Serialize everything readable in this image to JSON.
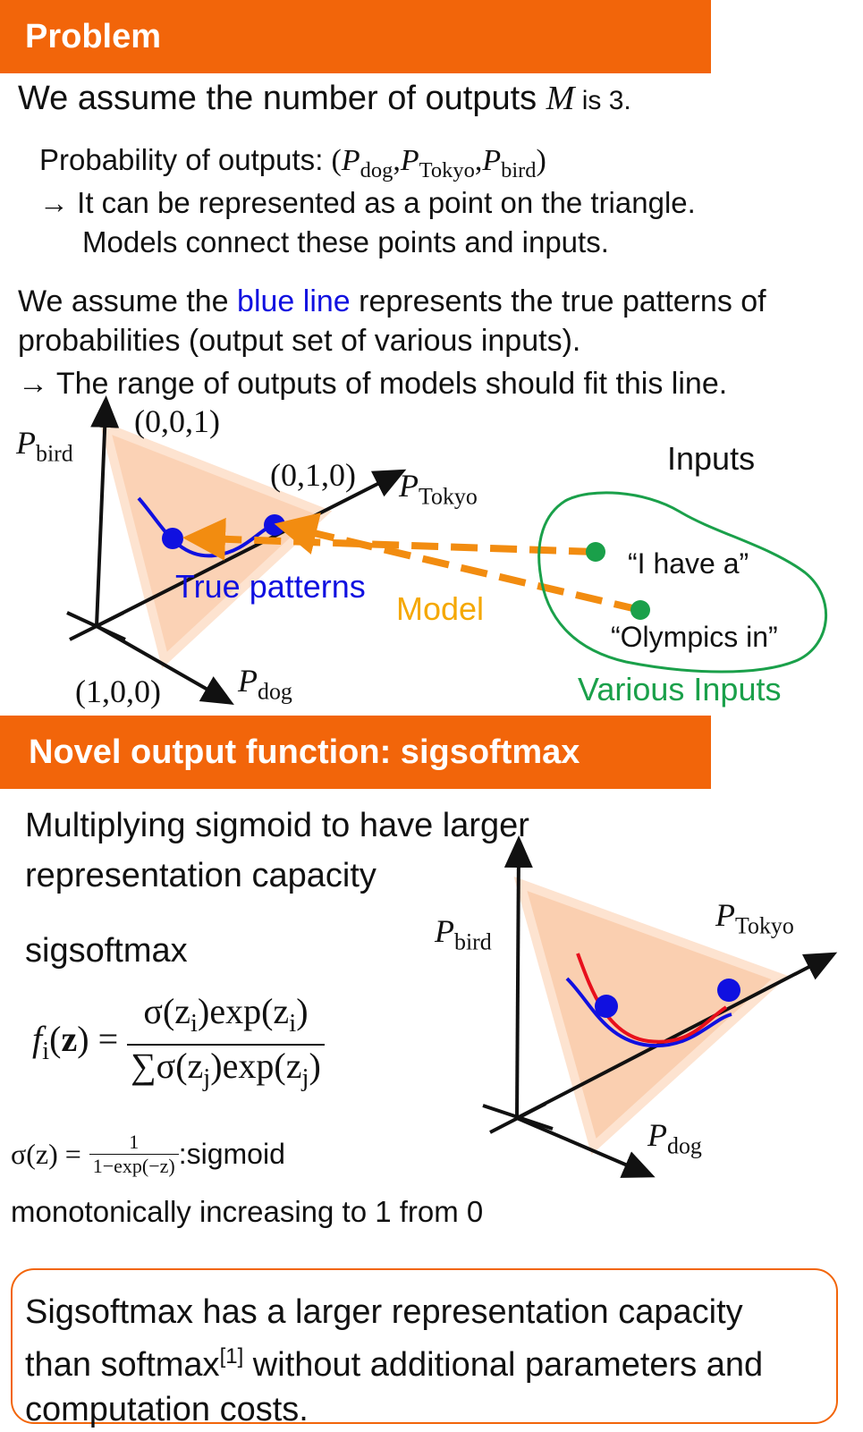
{
  "problem": {
    "header": "Problem",
    "assume_prefix": "We assume the number of outputs",
    "assume_var": "M",
    "assume_suffix": " is 3.",
    "prob_label": "Probability of outputs",
    "prob_colon": ":",
    "prob_tuple": {
      "open": "(",
      "p1": "P",
      "s1": "dog",
      "p2": "P",
      "s2": "Tokyo",
      "p3": "P",
      "s3": "bird",
      "sep": ",",
      "close": ")"
    },
    "arrow": "→",
    "line_triangle": "It can be represented as a point on the triangle.",
    "line_models": "Models connect these points and inputs.",
    "true_prefix": "We assume the ",
    "true_highlight": "blue line",
    "true_suffix": " represents the true patterns of",
    "true_line2": "probabilities (output set of various inputs).",
    "range_line": "The range of outputs of models should fit this line."
  },
  "diagram1": {
    "axis_bird_sym": "P",
    "axis_bird_sub": "bird",
    "axis_tokyo_sym": "P",
    "axis_tokyo_sub": "Tokyo",
    "axis_dog_sym": "P",
    "axis_dog_sub": "dog",
    "vertex_bird": "(0,0,1)",
    "vertex_tokyo": "(0,1,0)",
    "vertex_dog": "(1,0,0)",
    "true_patterns": "True patterns",
    "model": "Model",
    "inputs_title": "Inputs",
    "input_1": "“I have a”",
    "input_2": "“Olympics in”",
    "various_inputs": "Various Inputs"
  },
  "novel": {
    "header": "Novel output function: sigsoftmax",
    "desc_line1": "Multiplying sigmoid to have larger",
    "desc_line2": "representation capacity",
    "name": "sigsoftmax",
    "formula": {
      "lhs_f": "f",
      "lhs_i": "i",
      "lhs_paren_open": "(",
      "lhs_z": "z",
      "lhs_paren_close": ")",
      "eq": "=",
      "numerator": "σ(z",
      "num_i1": "i",
      "num_mid": ")exp(z",
      "num_i2": "i",
      "num_end": ")",
      "den_sum": "∑σ(z",
      "den_j1": "j",
      "den_mid": ")exp(z",
      "den_j2": "j",
      "den_end": ")"
    },
    "sigma_lhs": "σ(z) =",
    "sigma_num": "1",
    "sigma_den": "1−exp(−z)",
    "sigma_label": ":sigmoid",
    "monotonic": "monotonically increasing to 1 from 0"
  },
  "diagram2": {
    "axis_bird_sym": "P",
    "axis_bird_sub": "bird",
    "axis_tokyo_sym": "P",
    "axis_tokyo_sub": "Tokyo",
    "axis_dog_sym": "P",
    "axis_dog_sub": "dog"
  },
  "summary": {
    "line1": "Sigsoftmax has a larger representation capacity",
    "line2_prefix": "than softmax",
    "ref": "[1]",
    "line2_suffix": " without additional parameters and",
    "line3": "computation costs."
  },
  "colors": {
    "accent": "#f2650a",
    "triangle_fill": "#f9c39c",
    "true_line": "#1010e0",
    "model_arrow": "#f28c10",
    "model_label": "#f5a800",
    "inputs_green": "#1aa04a",
    "sigsoftmax_curve": "#e8101c"
  }
}
